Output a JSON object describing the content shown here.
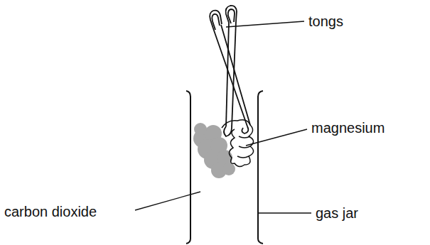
{
  "diagram": {
    "labels": [
      "tongs",
      "magnesium",
      "carbon dioxide",
      "gas jar"
    ]
  }
}
